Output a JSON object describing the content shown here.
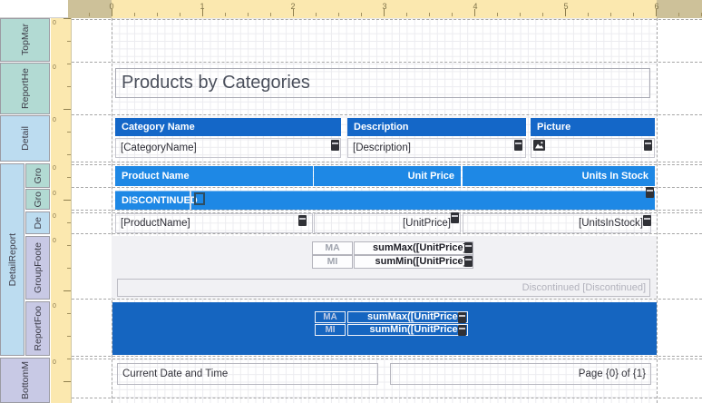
{
  "designer": {
    "h_ruler_numbers": [
      "0",
      "1",
      "2",
      "3",
      "4",
      "5",
      "6"
    ],
    "v_ruler_zero": "0",
    "bands": {
      "top_margin": "TopMar",
      "report_header": "ReportHe",
      "detail": "Detail",
      "detail_report": "DetailReport",
      "group_header_1": "Gro",
      "group_header_2": "Gro",
      "inner_detail": "De",
      "group_footer": "GroupFoote",
      "report_footer": "ReportFoo",
      "bottom_margin": "BottomM"
    },
    "colors": {
      "ruler_light": "#fbe8af",
      "ruler_dark": "#cdc199",
      "band_header": "#b2dad3",
      "band_detail": "#bcdcf0",
      "band_footer": "#c8c9e5",
      "table_header_dark_blue": "#1467c8",
      "table_header_blue": "#1e88e5",
      "report_footer_blue": "#1565c0",
      "group_footer_gray": "#f1f1f4"
    }
  },
  "report": {
    "title": "Products by Categories",
    "category_header": {
      "name": "Category Name",
      "description": "Description",
      "picture": "Picture"
    },
    "category_fields": {
      "name": "[CategoryName]",
      "description": "[Description]"
    },
    "product_header": {
      "name": "Product Name",
      "unit_price": "Unit Price",
      "units_in_stock": "Units In Stock"
    },
    "discontinued_label": "DISCONTINUED",
    "product_fields": {
      "name": "[ProductName]",
      "unit_price": "[UnitPrice]",
      "units_in_stock": "[UnitsInStock]"
    },
    "group_summary": {
      "max_tag": "MA",
      "max_expr": "sumMax([UnitPrice])",
      "min_tag": "MI",
      "min_expr": "sumMin([UnitPrice])"
    },
    "footer_summary": {
      "max_tag": "MA",
      "max_expr": "sumMax([UnitPrice])",
      "min_tag": "MI",
      "min_expr": "sumMin([UnitPrice])"
    },
    "group_condition": "Discontinued [Discontinued]",
    "page_footer": {
      "datetime": "Current Date and Time",
      "page_of": "Page {0} of {1}"
    }
  }
}
